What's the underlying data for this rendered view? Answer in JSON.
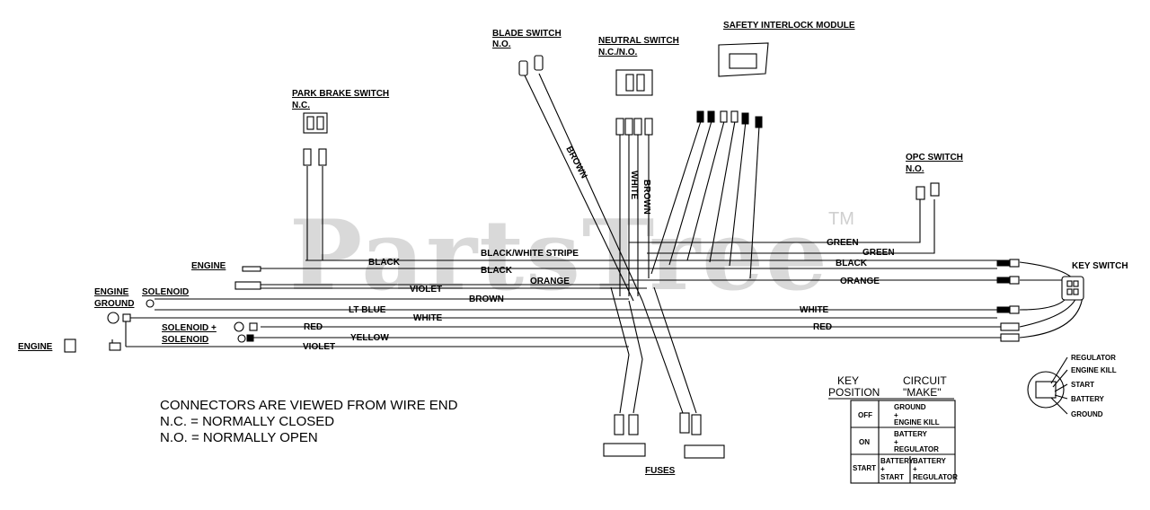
{
  "components": {
    "blade_switch": [
      "BLADE SWITCH",
      "N.O."
    ],
    "neutral_switch": [
      "NEUTRAL SWITCH",
      "N.C./N.O."
    ],
    "safety_module": "SAFETY INTERLOCK MODULE",
    "park_brake": [
      "PARK BRAKE SWITCH",
      "N.C."
    ],
    "opc_switch": [
      "OPC SWITCH",
      "N.O."
    ],
    "engine_top": "ENGINE",
    "engine_ground": [
      "ENGINE",
      "GROUND"
    ],
    "solenoid": "SOLENOID",
    "solenoid_plus": [
      "SOLENOID +",
      "SOLENOID"
    ],
    "engine_left": "ENGINE",
    "key_switch": "KEY SWITCH",
    "fuses": "FUSES"
  },
  "wires": {
    "brown_v": "BROWN",
    "white_v": "WHITE",
    "brown_v2": "BROWN",
    "green1": "GREEN",
    "green2": "GREEN",
    "bw_stripe": "BLACK/WHITE STRIPE",
    "black_left": "BLACK",
    "black_right": "BLACK",
    "black_mid": "BLACK",
    "orange_mid": "ORANGE",
    "orange_right": "ORANGE",
    "violet1": "VIOLET",
    "brown_h": "BROWN",
    "ltblue": "LT BLUE",
    "white_left": "WHITE",
    "white_right": "WHITE",
    "red_left": "RED",
    "red_right": "RED",
    "yellow": "YELLOW",
    "violet2": "VIOLET"
  },
  "notes": [
    "CONNECTORS ARE VIEWED FROM WIRE END",
    "N.C. =  NORMALLY CLOSED",
    "N.O. = NORMALLY OPEN"
  ],
  "watermark": {
    "text": "PartsTree",
    "tm": "TM"
  },
  "key_terminals": [
    "REGULATOR",
    "ENGINE KILL",
    "START",
    "BATTERY",
    "GROUND"
  ],
  "key_table": {
    "header_key": [
      "KEY",
      "POSITION"
    ],
    "header_circuit": [
      "CIRCUIT",
      "\"MAKE\""
    ],
    "off": {
      "position": "OFF",
      "circuit": [
        "GROUND",
        "+",
        "ENGINE KILL"
      ]
    },
    "on": {
      "position": "ON",
      "circuit": [
        "BATTERY",
        "+",
        "REGULATOR"
      ]
    },
    "start": {
      "position": "START",
      "col1": [
        "BATTERY",
        "+",
        "START"
      ],
      "col2": [
        "BATTERY",
        "+",
        "REGULATOR"
      ]
    }
  }
}
